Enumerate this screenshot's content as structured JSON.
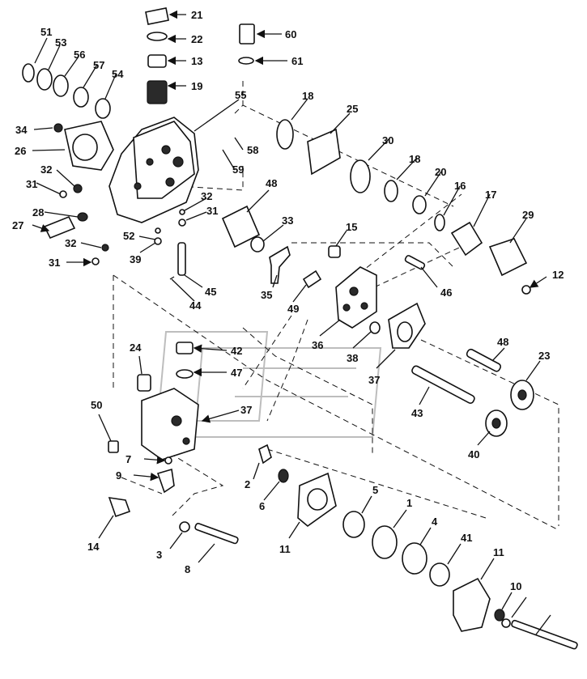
{
  "diagram": {
    "callouts": [
      "21",
      "22",
      "13",
      "19",
      "60",
      "61",
      "51",
      "53",
      "56",
      "57",
      "54",
      "55",
      "18",
      "25",
      "34",
      "26",
      "58",
      "59",
      "30",
      "18",
      "20",
      "16",
      "17",
      "29",
      "32",
      "31",
      "28",
      "27",
      "32",
      "31",
      "32",
      "31",
      "52",
      "39",
      "48",
      "33",
      "15",
      "12",
      "45",
      "44",
      "35",
      "49",
      "46",
      "36",
      "38",
      "37",
      "48",
      "23",
      "24",
      "42",
      "47",
      "50",
      "37",
      "43",
      "40",
      "7",
      "9",
      "2",
      "6",
      "5",
      "1",
      "4",
      "41",
      "11",
      "14",
      "3",
      "8",
      "11",
      "10"
    ]
  }
}
